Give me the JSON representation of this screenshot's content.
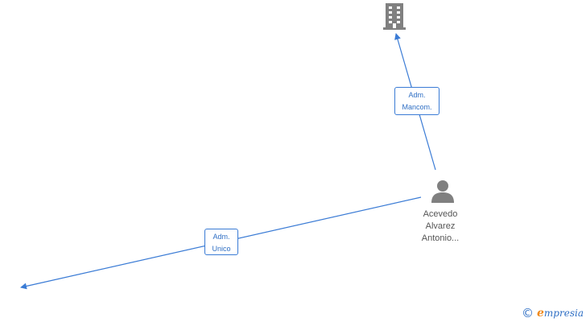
{
  "company_node": {
    "icon": "building-icon",
    "color": "#808080"
  },
  "person_node": {
    "icon": "person-icon",
    "color": "#808080",
    "name_lines": [
      "Acevedo",
      "Alvarez",
      "Antonio..."
    ]
  },
  "edges": [
    {
      "id": "adm-mancom",
      "label_lines": [
        "Adm.",
        "Mancom."
      ],
      "from": "person",
      "to": "company"
    },
    {
      "id": "adm-unico",
      "label_lines": [
        "Adm.",
        "Unico"
      ],
      "from": "person",
      "to": "offscreen-left"
    }
  ],
  "colors": {
    "edge": "#3a7bd5",
    "label_text": "#2f6fc4",
    "node_text": "#555555",
    "brand_accent": "#f08a1d"
  },
  "brand": {
    "copyright": "©",
    "initial": "e",
    "rest": "mpresia",
    "icon": "copyright-icon"
  }
}
